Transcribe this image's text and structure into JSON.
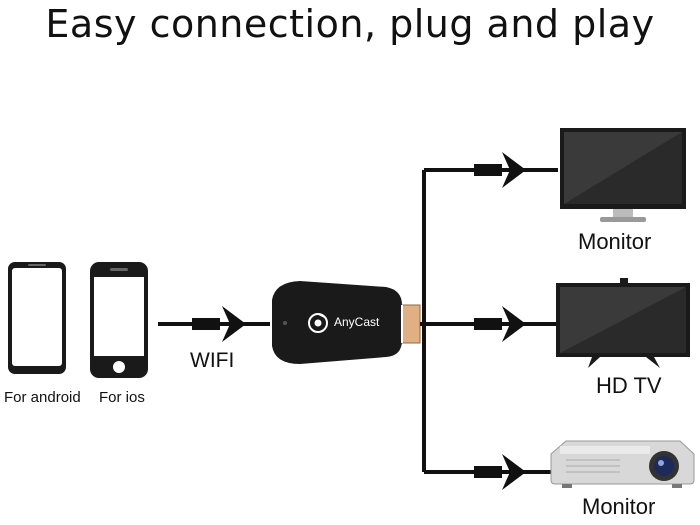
{
  "title": "Easy connection, plug and play",
  "source_devices": [
    {
      "label": "For android",
      "icon": "android-phone-icon"
    },
    {
      "label": "For ios",
      "icon": "iphone-icon"
    }
  ],
  "connection_label": "WIFI",
  "dongle": {
    "label": "AnyCast",
    "icon": "chrome-logo-icon"
  },
  "outputs": [
    {
      "label": "Monitor",
      "icon": "monitor-icon"
    },
    {
      "label": "HD TV",
      "icon": "tv-icon"
    },
    {
      "label": "Monitor",
      "icon": "projector-icon"
    }
  ],
  "colors": {
    "line": "#111111",
    "device": "#1a1a1a",
    "hdmi": "#e0b083"
  }
}
